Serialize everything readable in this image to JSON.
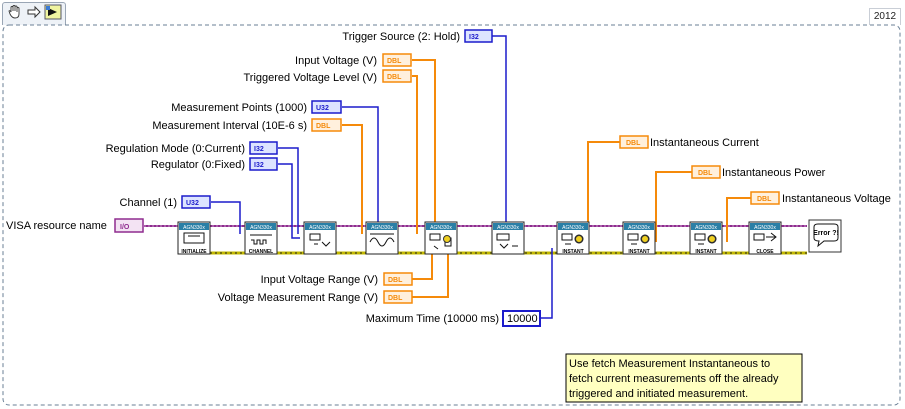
{
  "toolbar": {
    "version": "2012",
    "icons": [
      "hand-tool-icon",
      "arrow-tool-icon",
      "run-icon"
    ]
  },
  "wire_colors": {
    "numeric_int": "#1c1ccc",
    "numeric_dbl": "#f58a0a",
    "visa": "#8f2c8f",
    "error": "#c2b800"
  },
  "controls": {
    "trigger_source": {
      "label": "Trigger Source (2: Hold)",
      "type": "I32"
    },
    "input_voltage": {
      "label": "Input Voltage (V)",
      "type": "DBL"
    },
    "triggered_voltage_level": {
      "label": "Triggered Voltage Level (V)",
      "type": "DBL"
    },
    "measurement_points": {
      "label": "Measurement Points (1000)",
      "type": "U32"
    },
    "measurement_interval": {
      "label": "Measurement Interval (10E-6 s)",
      "type": "DBL"
    },
    "regulation_mode": {
      "label": "Regulation Mode (0:Current)",
      "type": "I32"
    },
    "regulator": {
      "label": "Regulator (0:Fixed)",
      "type": "I32"
    },
    "channel": {
      "label": "Channel (1)",
      "type": "U32"
    },
    "visa_resource": {
      "label": "VISA resource name",
      "type": "I/O"
    },
    "input_voltage_range": {
      "label": "Input Voltage Range (V)",
      "type": "DBL"
    },
    "voltage_measurement_range": {
      "label": "Voltage Measurement Range (V)",
      "type": "DBL"
    },
    "maximum_time": {
      "label": "Maximum Time (10000 ms)",
      "value": "10000"
    }
  },
  "indicators": {
    "instantaneous_current": {
      "label": "Instantaneous Current",
      "type": "DBL"
    },
    "instantaneous_power": {
      "label": "Instantaneous Power",
      "type": "DBL"
    },
    "instantaneous_voltage": {
      "label": "Instantaneous Voltage",
      "type": "DBL"
    }
  },
  "subvis": {
    "header": "AGN330x",
    "names": [
      "INITIALIZE",
      "CHANNEL",
      "",
      "",
      "",
      "",
      "INSTANT",
      "INSTANT",
      "INSTANT",
      "CLOSE"
    ]
  },
  "error_handler": {
    "label": "Error ?!"
  },
  "comment": {
    "lines": [
      "Use fetch Measurement Instantaneous to",
      "fetch current measurements off the already",
      "triggered and initiated measurement."
    ]
  }
}
